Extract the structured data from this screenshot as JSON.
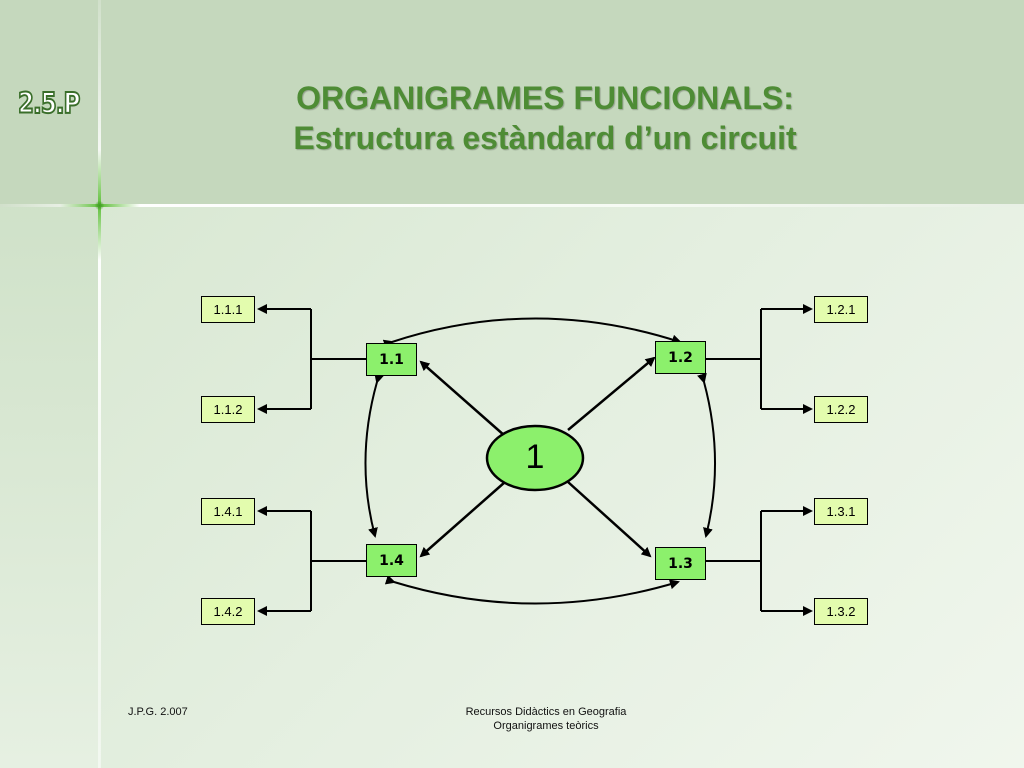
{
  "slide": {
    "corner_label": "2.5.P",
    "title_line1": "ORGANIGRAMES FUNCIONALS:",
    "title_line2": "Estructura estàndard d’un circuit"
  },
  "diagram": {
    "center": "1",
    "nodes": {
      "n11": "1.1",
      "n12": "1.2",
      "n13": "1.3",
      "n14": "1.4"
    },
    "leaves": {
      "l111": "1.1.1",
      "l112": "1.1.2",
      "l121": "1.2.1",
      "l122": "1.2.2",
      "l131": "1.3.1",
      "l132": "1.3.2",
      "l141": "1.4.1",
      "l142": "1.4.2"
    }
  },
  "footer": {
    "left": "J.P.G. 2.007",
    "right_line1": "Recursos Didàctics en Geografia",
    "right_line2": "Organigrames teòrics"
  },
  "colors": {
    "node_fill": "#8cf06c",
    "leaf_fill": "#e3fcae",
    "title": "#4e8c35"
  }
}
